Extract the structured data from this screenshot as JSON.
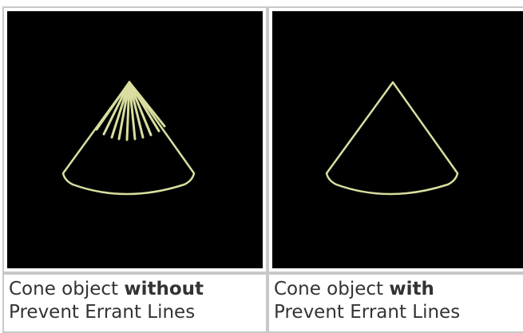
{
  "colors": {
    "cone_stroke": "#d9dea0",
    "cell_border": "#c8c8c8",
    "image_background": "#000000"
  },
  "left": {
    "caption_prefix": "Cone object ",
    "caption_bold": "without",
    "caption_suffix": "Prevent Errant Lines",
    "errant_lines": true
  },
  "right": {
    "caption_prefix": "Cone object ",
    "caption_bold": "with",
    "caption_suffix": "Prevent Errant Lines",
    "errant_lines": false
  }
}
